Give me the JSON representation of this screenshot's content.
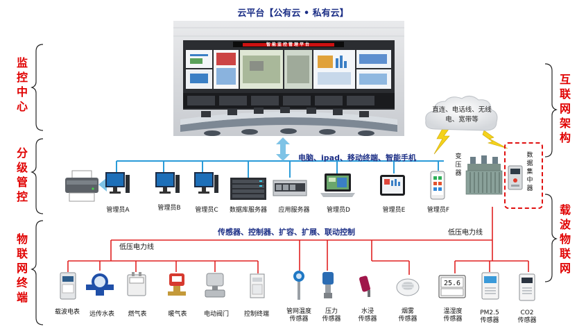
{
  "title": "云平台【公有云 • 私有云】",
  "sections": {
    "left": [
      {
        "id": "monitor",
        "label": "监控中心"
      },
      {
        "id": "mgmt",
        "label": "分级管控"
      },
      {
        "id": "iot",
        "label": "物联网终端"
      }
    ],
    "right": [
      {
        "id": "internet",
        "label": "互联网架构"
      },
      {
        "id": "carrier",
        "label": "载波物联网"
      }
    ]
  },
  "monitor_wall": {
    "banner": "智能监控管理平台"
  },
  "captions": {
    "access_devices": "电脑、ipad、移动终端、智能手机",
    "control": "传感器、控制器、扩容、扩展、联动控制",
    "low_voltage_left": "低压电力线",
    "low_voltage_right": "低压电力线"
  },
  "cloud": {
    "text": "直连、电话线、无线电、宽带等"
  },
  "transformer": {
    "label": "变压器"
  },
  "concentrator": {
    "label": "数据集中器"
  },
  "management": [
    {
      "label": "管理员A",
      "icon": "desktop-pc-icon"
    },
    {
      "label": "管理员B",
      "icon": "desktop-pc-icon"
    },
    {
      "label": "管理员C",
      "icon": "desktop-pc-icon"
    },
    {
      "label": "数据库服务器",
      "icon": "rack-server-icon"
    },
    {
      "label": "应用服务器",
      "icon": "server-icon"
    },
    {
      "label": "管理员D",
      "icon": "laptop-icon"
    },
    {
      "label": "管理员E",
      "icon": "tablet-icon"
    },
    {
      "label": "管理员F",
      "icon": "smartphone-icon"
    }
  ],
  "printer": {
    "icon": "printer-icon"
  },
  "terminals": [
    {
      "label": "载波电表",
      "icon": "electric-meter-icon"
    },
    {
      "label": "远传水表",
      "icon": "water-meter-icon"
    },
    {
      "label": "燃气表",
      "icon": "gas-meter-icon"
    },
    {
      "label": "暖气表",
      "icon": "heat-meter-icon"
    },
    {
      "label": "电动阀门",
      "icon": "electric-valve-icon"
    },
    {
      "label": "控制终端",
      "icon": "control-terminal-icon"
    },
    {
      "label": "管网温度\n传感器",
      "icon": "pipe-temperature-sensor-icon"
    },
    {
      "label": "压力\n传感器",
      "icon": "pressure-sensor-icon"
    },
    {
      "label": "水浸\n传感器",
      "icon": "water-leak-sensor-icon"
    },
    {
      "label": "烟雾\n传感器",
      "icon": "smoke-sensor-icon"
    },
    {
      "label": "温湿度\n传感器",
      "icon": "temp-humidity-sensor-icon"
    },
    {
      "label": "PM2.5\n传感器",
      "icon": "pm25-sensor-icon"
    },
    {
      "label": "CO2\n传感器",
      "icon": "co2-sensor-icon"
    }
  ],
  "colors": {
    "accent_red": "#e00000",
    "caption_blue": "#1c2f86",
    "network_line": "#2a9bd8",
    "power_line": "#e02020"
  }
}
